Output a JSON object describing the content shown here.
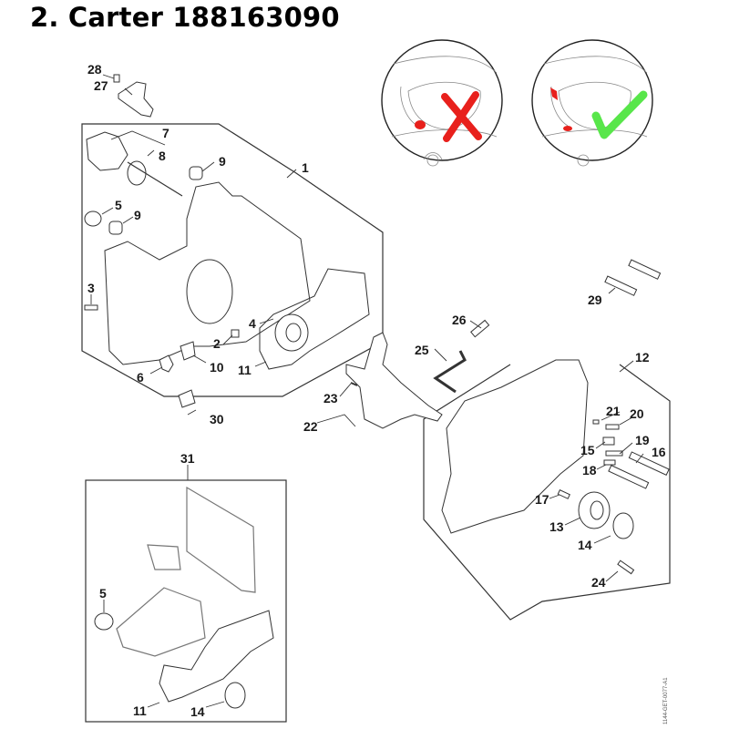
{
  "header": {
    "title": "2. Carter 188163090"
  },
  "inset": {
    "wrong": {
      "mark": "cross",
      "color": "#e8201c"
    },
    "correct": {
      "mark": "check",
      "color": "#58e64a"
    },
    "highlight_color": "#e8201c"
  },
  "callouts": {
    "c1": "1",
    "c2": "2",
    "c3": "3",
    "c4": "4",
    "c5a": "5",
    "c5b": "5",
    "c6": "6",
    "c7": "7",
    "c8": "8",
    "c9a": "9",
    "c9b": "9",
    "c10": "10",
    "c11a": "11",
    "c11b": "11",
    "c12": "12",
    "c13": "13",
    "c14a": "14",
    "c14b": "14",
    "c15": "15",
    "c16": "16",
    "c17": "17",
    "c18": "18",
    "c19": "19",
    "c20": "20",
    "c21": "21",
    "c22": "22",
    "c23": "23",
    "c24": "24",
    "c25": "25",
    "c26": "26",
    "c27": "27",
    "c28": "28",
    "c29": "29",
    "c30": "30",
    "c31": "31"
  },
  "footer": {
    "reference": "1144-GET-0077-A1"
  }
}
